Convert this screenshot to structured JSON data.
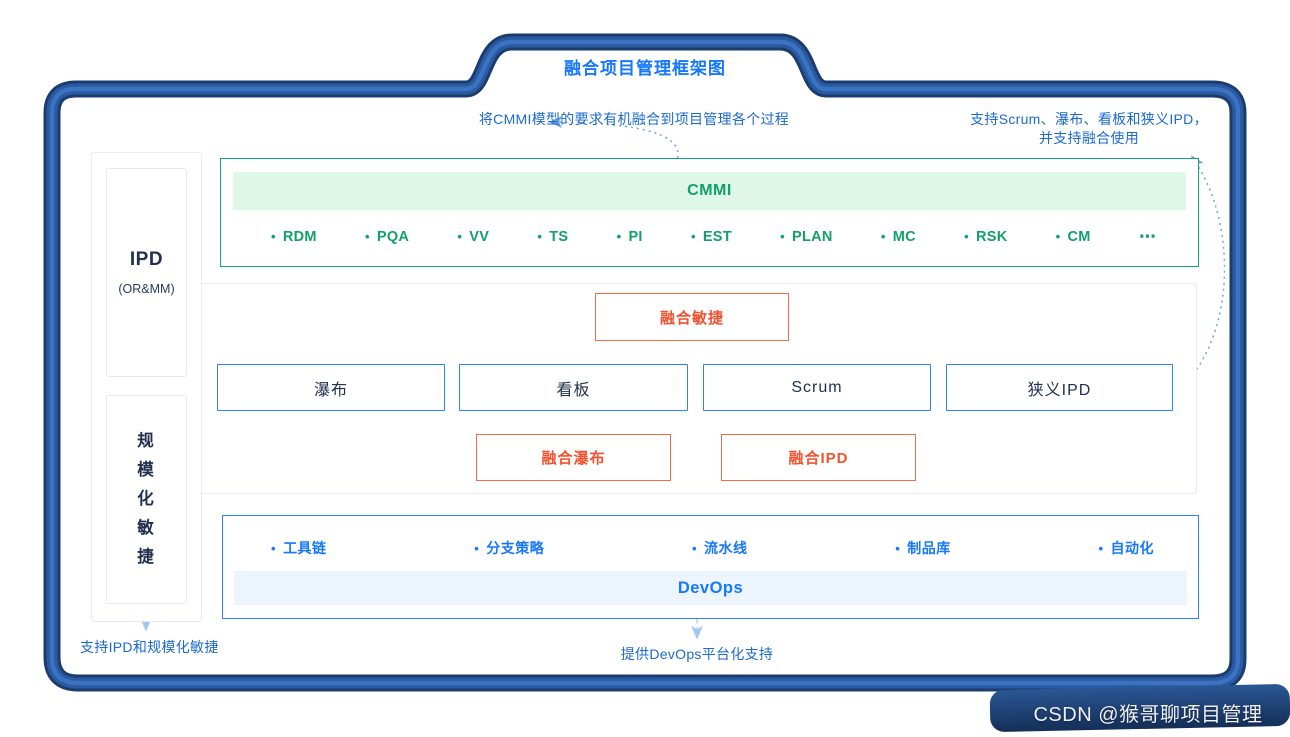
{
  "tab": {
    "title": "融合项目管理框架图"
  },
  "annotations": {
    "cmmi": "将CMMI模型的要求有机融合到项目管理各个过程",
    "methods_line1": "支持Scrum、瀑布、看板和狭义IPD，",
    "methods_line2": "并支持融合使用",
    "sidebar": "支持IPD和规模化敏捷",
    "devops": "提供DevOps平台化支持"
  },
  "sidebar": {
    "ipd": {
      "title": "IPD",
      "subtitle": "(OR&MM)"
    },
    "scaled_agile": {
      "label": "规模化敏捷"
    }
  },
  "cmmi": {
    "title": "CMMI",
    "items": [
      "RDM",
      "PQA",
      "VV",
      "TS",
      "PI",
      "EST",
      "PLAN",
      "MC",
      "RSK",
      "CM",
      "⋯"
    ]
  },
  "methods": {
    "fusion_agile": "融合敏捷",
    "boxes": [
      "瀑布",
      "看板",
      "Scrum",
      "狭义IPD"
    ],
    "fusion_waterfall": "融合瀑布",
    "fusion_ipd": "融合IPD"
  },
  "devops": {
    "title": "DevOps",
    "items": [
      "工具链",
      "分支策略",
      "流水线",
      "制品库",
      "自动化"
    ]
  },
  "watermark": {
    "text": "CSDN @猴哥聊项目管理"
  },
  "colors": {
    "accent_blue": "#1677ff",
    "box_border_blue": "#2f81f7",
    "annotation_blue": "#1b6ad1",
    "deep_navy": "#22304f",
    "green": "#12a06b",
    "green_border": "#14a57e",
    "green_bg": "#def7e8",
    "orange_text": "#f4512e",
    "orange_border": "#f4694a",
    "devops_bg": "#ecf4fe",
    "frame_dark": "#1c3c6e",
    "frame_mid": "#2a5aa3",
    "arrow_light": "#a9cdf2"
  }
}
